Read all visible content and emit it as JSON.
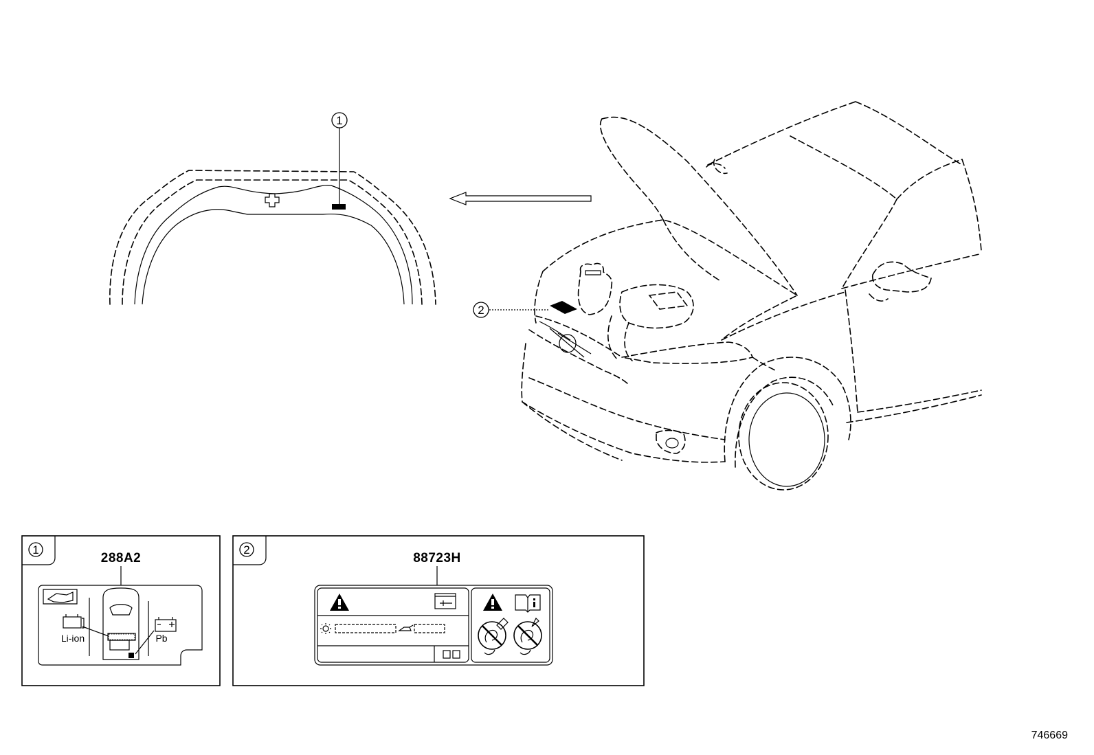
{
  "callouts": [
    {
      "marker": "①"
    },
    {
      "marker": "②"
    }
  ],
  "panels": [
    {
      "marker": "①",
      "part_number": "288A2",
      "labels": {
        "left_battery": "Li-ion",
        "right_battery": "Pb"
      }
    },
    {
      "marker": "②",
      "part_number": "88723H"
    }
  ],
  "drawing_number": "746669"
}
